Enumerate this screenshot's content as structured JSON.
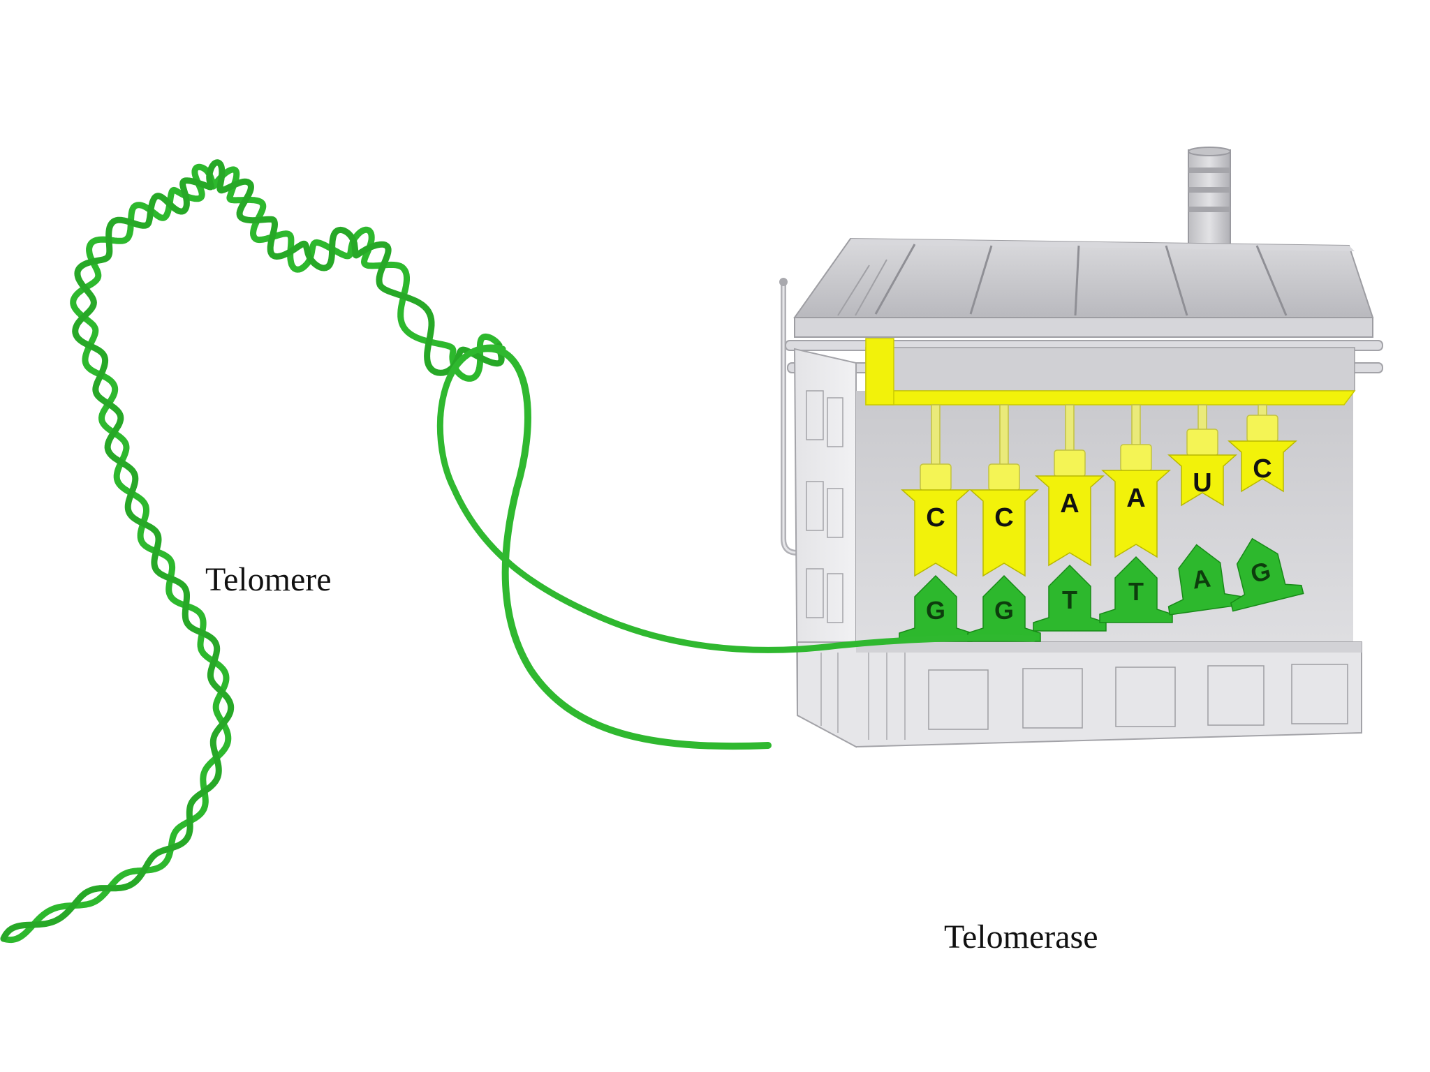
{
  "labels": {
    "telomere": "Telomere",
    "telomerase": "Telomerase"
  },
  "template_bases": [
    "C",
    "C",
    "A",
    "A",
    "U",
    "C"
  ],
  "dna_bases": [
    "G",
    "G",
    "T",
    "T",
    "A",
    "G"
  ],
  "colors": {
    "dna_green": "#2db82d",
    "dna_dark": "#1a8f1a",
    "rna_yellow": "#f2f20a",
    "building_light": "#e9e9ec",
    "building_mid": "#cfcfd4",
    "building_dark": "#a9a9ae",
    "roof": "#c9c9cd"
  }
}
